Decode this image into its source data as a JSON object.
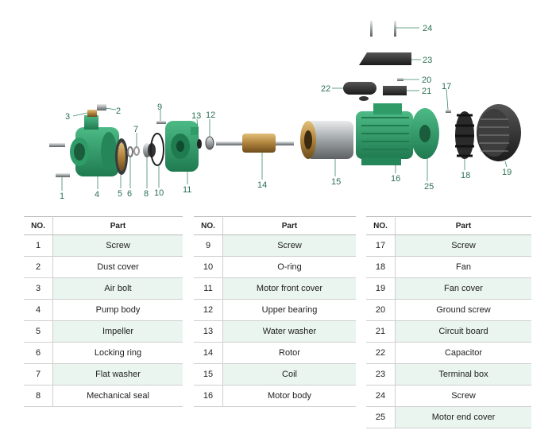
{
  "callouts": [
    {
      "no": "1"
    },
    {
      "no": "2"
    },
    {
      "no": "3"
    },
    {
      "no": "4"
    },
    {
      "no": "5"
    },
    {
      "no": "6"
    },
    {
      "no": "7"
    },
    {
      "no": "8"
    },
    {
      "no": "9"
    },
    {
      "no": "10"
    },
    {
      "no": "11"
    },
    {
      "no": "12"
    },
    {
      "no": "13"
    },
    {
      "no": "14"
    },
    {
      "no": "15"
    },
    {
      "no": "16"
    },
    {
      "no": "17"
    },
    {
      "no": "18"
    },
    {
      "no": "19"
    },
    {
      "no": "20"
    },
    {
      "no": "21"
    },
    {
      "no": "22"
    },
    {
      "no": "23"
    },
    {
      "no": "24"
    },
    {
      "no": "25"
    }
  ],
  "colors": {
    "pump_green": "#2f9c68",
    "pump_green_dark": "#1f7a50",
    "brass": "#b0833c",
    "steel": "#aeb3b6",
    "row_shade": "#e9f5ee",
    "callout_text": "#2a6f52"
  },
  "tables": [
    {
      "headers": {
        "no": "NO.",
        "part": "Part"
      },
      "rows": [
        {
          "no": "1",
          "part": "Screw"
        },
        {
          "no": "2",
          "part": "Dust cover"
        },
        {
          "no": "3",
          "part": "Air bolt"
        },
        {
          "no": "4",
          "part": "Pump body"
        },
        {
          "no": "5",
          "part": "Impeller"
        },
        {
          "no": "6",
          "part": "Locking ring"
        },
        {
          "no": "7",
          "part": "Flat washer"
        },
        {
          "no": "8",
          "part": "Mechanical  seal"
        }
      ]
    },
    {
      "headers": {
        "no": "NO.",
        "part": "Part"
      },
      "rows": [
        {
          "no": "9",
          "part": "Screw"
        },
        {
          "no": "10",
          "part": "O-ring"
        },
        {
          "no": "11",
          "part": "Motor front cover"
        },
        {
          "no": "12",
          "part": "Upper bearing"
        },
        {
          "no": "13",
          "part": "Water washer"
        },
        {
          "no": "14",
          "part": "Rotor"
        },
        {
          "no": "15",
          "part": "Coil"
        },
        {
          "no": "16",
          "part": "Motor body"
        }
      ]
    },
    {
      "headers": {
        "no": "NO.",
        "part": "Part"
      },
      "rows": [
        {
          "no": "17",
          "part": "Screw"
        },
        {
          "no": "18",
          "part": "Fan"
        },
        {
          "no": "19",
          "part": "Fan cover"
        },
        {
          "no": "20",
          "part": "Ground screw"
        },
        {
          "no": "21",
          "part": "Circuit board"
        },
        {
          "no": "22",
          "part": "Capacitor"
        },
        {
          "no": "23",
          "part": "Terminal box"
        },
        {
          "no": "24",
          "part": "Screw"
        },
        {
          "no": "25",
          "part": "Motor end cover"
        }
      ]
    }
  ]
}
